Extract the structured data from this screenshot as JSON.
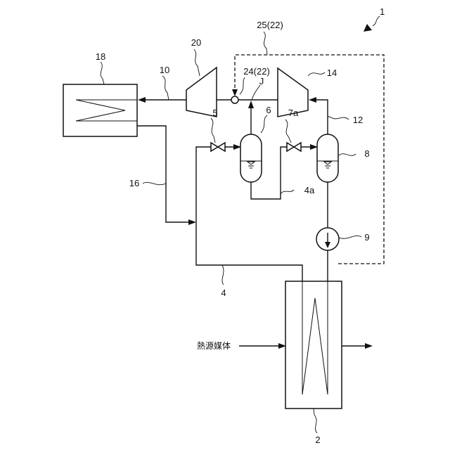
{
  "labels": {
    "system": "1",
    "heat_exchanger_source": "2",
    "line_4": "4",
    "line_4a": "4a",
    "valve_5": "5",
    "separator_6": "6",
    "valve_7a": "7a",
    "separator_8": "8",
    "pump_9": "9",
    "line_10": "10",
    "line_12": "12",
    "compressor_14": "14",
    "line_16": "16",
    "condenser_18": "18",
    "compressor_20": "20",
    "junction_24": "24(22)",
    "junction_J": "J",
    "control_25": "25(22)",
    "heat_source_medium": "熱源媒体"
  }
}
